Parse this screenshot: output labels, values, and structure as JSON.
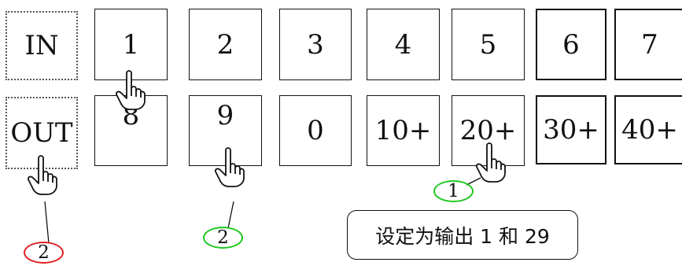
{
  "row_in": {
    "mode_label": "IN",
    "keys": [
      "1",
      "2",
      "3",
      "4",
      "5",
      "6",
      "7"
    ]
  },
  "row_out": {
    "mode_label": "OUT",
    "keys": [
      "8",
      "9",
      "0",
      "10+",
      "20+",
      "30+",
      "40+"
    ]
  },
  "step_markers": [
    {
      "label": "1",
      "color": "#1ec81e",
      "target": "20+"
    },
    {
      "label": "2",
      "color": "#1ec81e",
      "target": "9"
    },
    {
      "label": "2",
      "color": "#e02020",
      "target": "OUT"
    }
  ],
  "note_text": "设定为输出 1 和 29",
  "icons": {
    "pointer": "pointing-hand-icon"
  },
  "colors": {
    "step_green": "#1ec81e",
    "step_red": "#e02020",
    "line": "#111111"
  }
}
